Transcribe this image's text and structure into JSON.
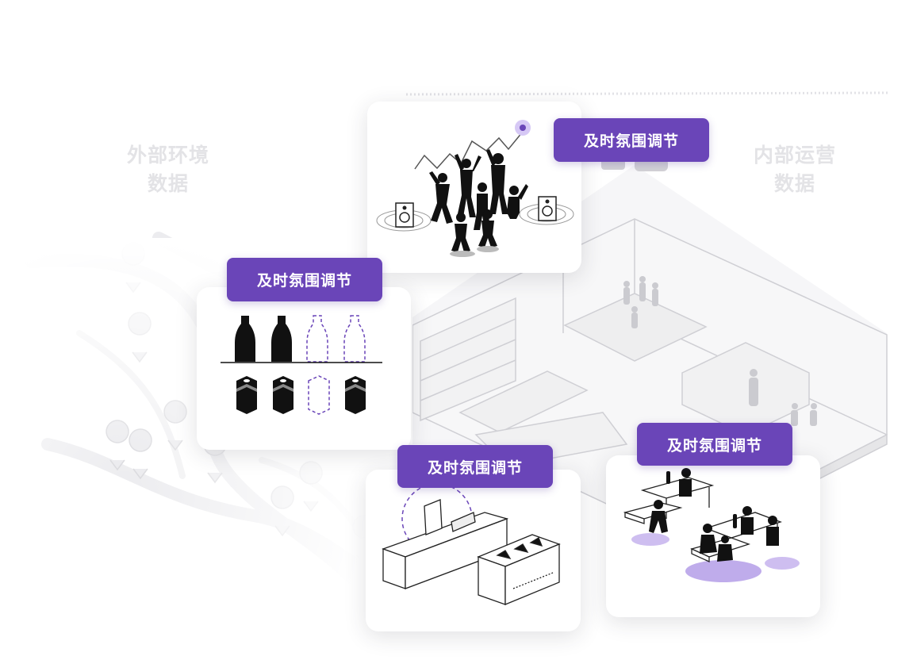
{
  "labels": {
    "external_line1": "外部环境",
    "external_line2": "数据",
    "internal_line1": "内部运营",
    "internal_line2": "数据"
  },
  "tags": {
    "party": "及时氛围调节",
    "shelf": "及时氛围调节",
    "counter": "及时氛围调节",
    "seating": "及时氛围调节"
  },
  "colors": {
    "accent": "#6a45b8",
    "accent_light": "#b9a2ea",
    "silhouette": "#111111",
    "line_gray": "#bfbfc4",
    "map_gray": "#e9e9ec"
  },
  "icons": {
    "map_pin": "store-pin-icon",
    "speaker": "speaker-icon",
    "bottle": "bottle-icon",
    "can": "can-icon"
  }
}
